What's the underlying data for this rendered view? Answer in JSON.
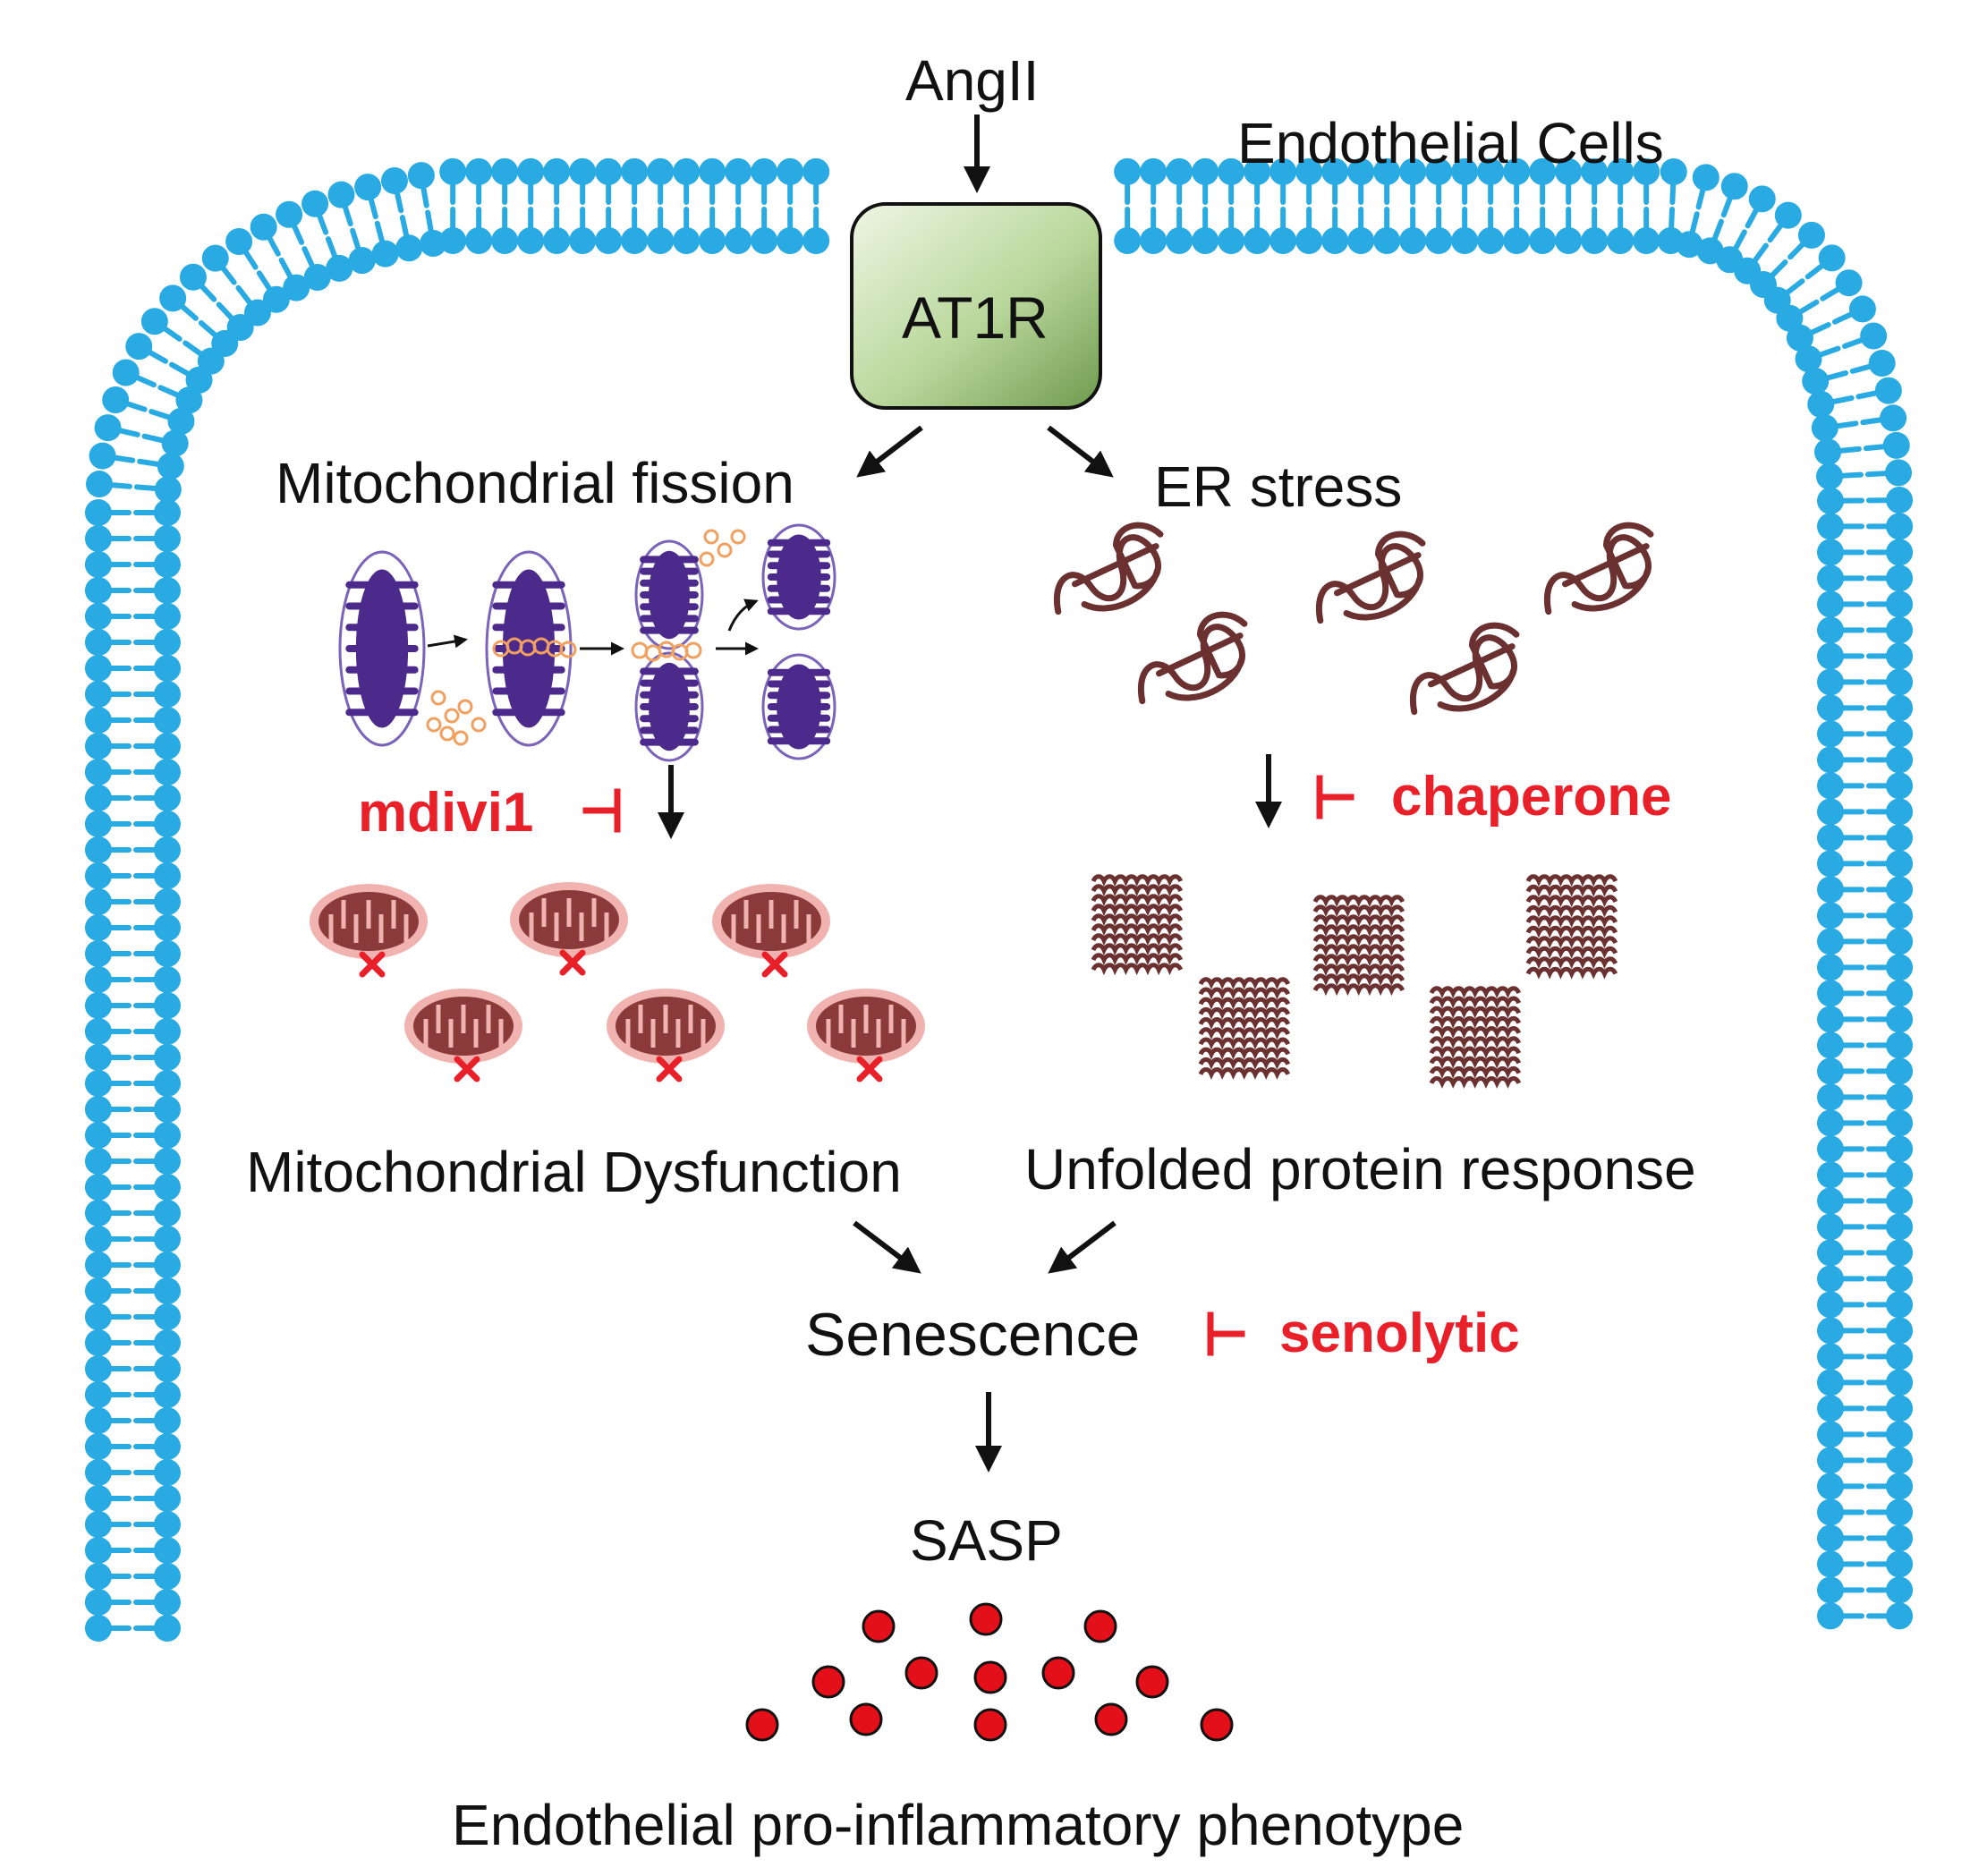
{
  "labels": {
    "ang2": "AngII",
    "cell_type": "Endothelial Cells",
    "receptor": "AT1R",
    "mito_fission": "Mitochondrial fission",
    "er_stress": "ER stress",
    "mdivi1": "mdivi1",
    "chaperone": "chaperone",
    "mito_dysfunction": "Mitochondrial Dysfunction",
    "upr": "Unfolded protein response",
    "senescence": "Senescence",
    "senolytic": "senolytic",
    "sasp": "SASP",
    "phenotype": "Endothelial pro-inflammatory phenotype"
  },
  "colors": {
    "membrane": "#29aae2",
    "receptor_fill": "#a8c98a",
    "receptor_stroke": "#111111",
    "inhibitor_red": "#e8202a",
    "mito_purple": "#4b2a8c",
    "mito_outline": "#7a63b8",
    "fission_orange": "#f0a060",
    "damaged_mito": "#8b3a3a",
    "damaged_mito_halo": "#f0b3b0",
    "protein_brown": "#6b3030",
    "sasp_dot": "#e3101a"
  },
  "icons": [
    "arrow-down-icon",
    "inhibit-bar-icon",
    "mitochondrion-icon",
    "unfolded-protein-icon",
    "aggregated-protein-icon",
    "sasp-factor-icon"
  ]
}
